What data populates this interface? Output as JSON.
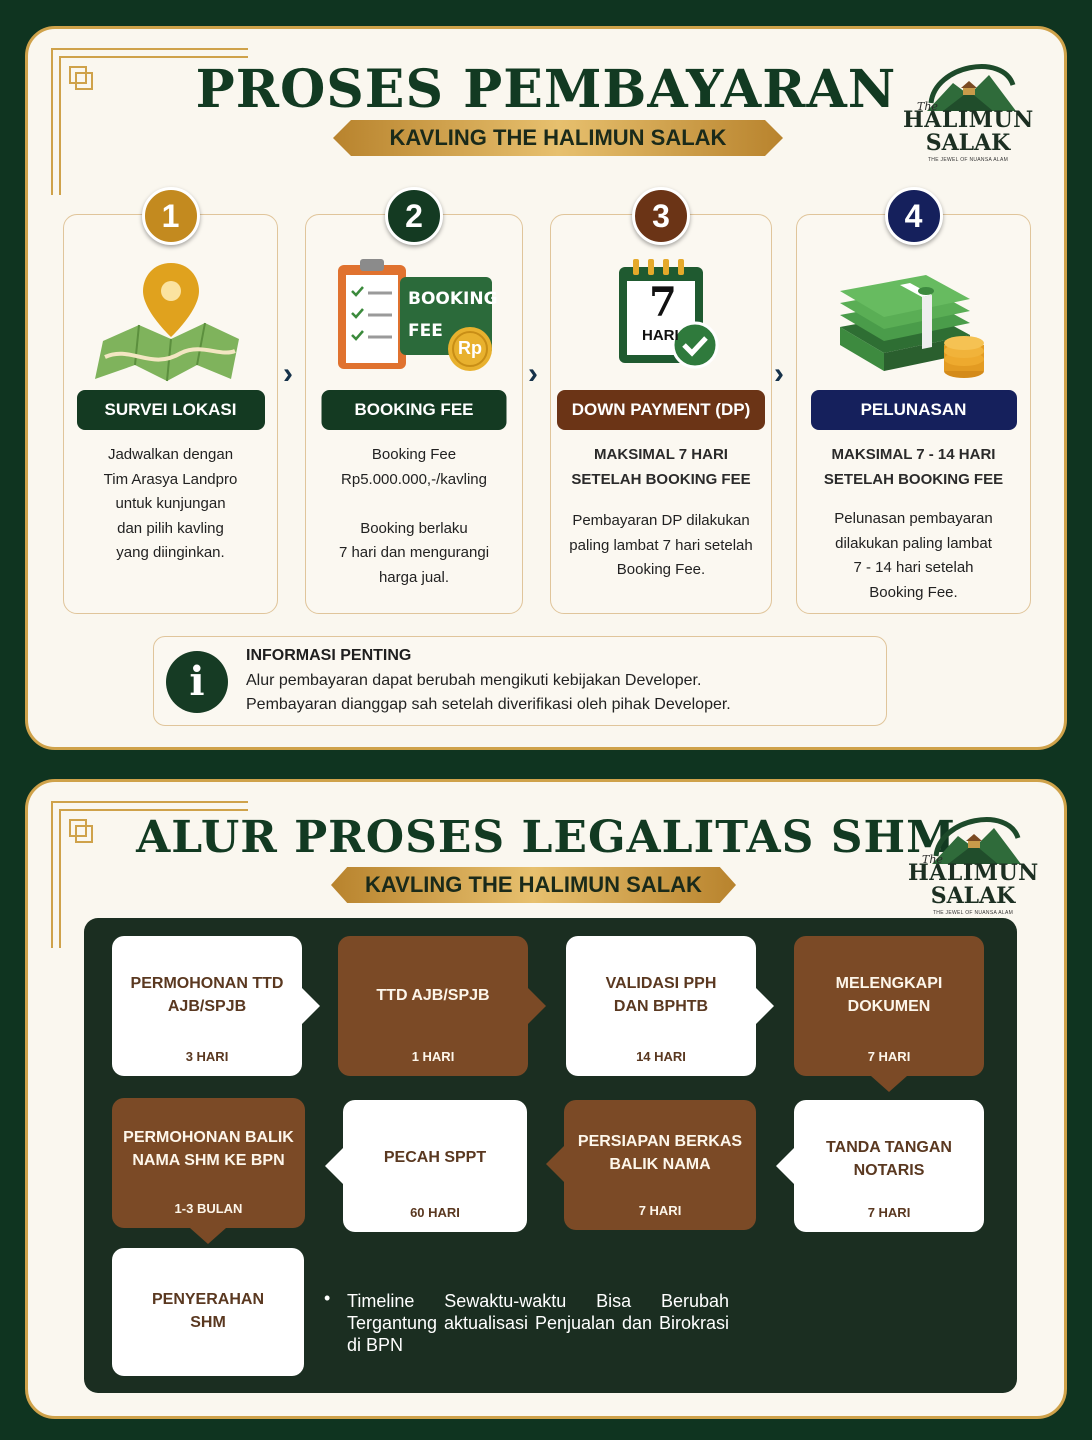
{
  "payment": {
    "title": "PROSES PEMBAYARAN",
    "subtitle": "KAVLING THE HALIMUN SALAK",
    "steps": [
      {
        "number": "1",
        "label": "SURVEI LOKASI",
        "head1": "",
        "head2": "",
        "text": "Jadwalkan dengan\nTim Arasya Landpro\nuntuk kunjungan\ndan pilih kavling\nyang diinginkan.",
        "color": "#c38a1f",
        "label_color": "#143a22"
      },
      {
        "number": "2",
        "label": "BOOKING FEE",
        "head1": "",
        "head2": "",
        "text": "Booking Fee\nRp5.000.000,-/kavling\n\nBooking berlaku\n7 hari dan mengurangi\nharga jual.",
        "color": "#143a22",
        "label_color": "#143a22"
      },
      {
        "number": "3",
        "label": "DOWN PAYMENT (DP)",
        "head1": "MAKSIMAL 7 HARI",
        "head2": "SETELAH BOOKING FEE",
        "text": "Pembayaran DP dilakukan\npaling lambat 7 hari setelah\nBooking Fee.",
        "color": "#6b3416",
        "label_color": "#6b3416"
      },
      {
        "number": "4",
        "label": "PELUNASAN",
        "head1": "MAKSIMAL 7 - 14 HARI",
        "head2": "SETELAH BOOKING FEE",
        "text": "Pelunasan pembayaran\ndilakukan paling lambat\n7 - 14 hari setelah\nBooking Fee.",
        "color": "#15205c",
        "label_color": "#15205c"
      }
    ],
    "icons": {
      "booking_line1": "BOOKING",
      "booking_line2": "FEE",
      "booking_rp": "Rp",
      "calendar_number": "7",
      "calendar_word": "HARI"
    },
    "info": {
      "title": "INFORMASI PENTING",
      "icon": "i",
      "line1": "Alur pembayaran dapat berubah mengikuti kebijakan Developer.",
      "line2": "Pembayaran dianggap sah setelah diverifikasi oleh pihak Developer."
    }
  },
  "legal": {
    "title": "ALUR PROSES LEGALITAS SHM",
    "subtitle": "KAVLING THE HALIMUN SALAK",
    "steps": [
      {
        "title": "PERMOHONAN TTD\nAJB/SPJB",
        "duration": "3 HARI"
      },
      {
        "title": "TTD AJB/SPJB",
        "duration": "1 HARI"
      },
      {
        "title": "VALIDASI PPH\nDAN BPHTB",
        "duration": "14 HARI"
      },
      {
        "title": "MELENGKAPI\nDOKUMEN",
        "duration": "7 HARI"
      },
      {
        "title": "TANDA TANGAN\nNOTARIS",
        "duration": "7 HARI"
      },
      {
        "title": "PERSIAPAN BERKAS\nBALIK NAMA",
        "duration": "7 HARI"
      },
      {
        "title": "PECAH SPPT",
        "duration": "60 HARI"
      },
      {
        "title": "PERMOHONAN BALIK\nNAMA SHM KE BPN",
        "duration": "1-3 BULAN"
      },
      {
        "title": "PENYERAHAN\nSHM",
        "duration": ""
      }
    ],
    "note": "Timeline Sewaktu-waktu Bisa Berubah Tergantung aktualisasi Penjualan dan Birokrasi di BPN"
  },
  "logo": {
    "the": "The",
    "name1": "HALIMUN",
    "name2": "SALAK",
    "tagline": "THE JEWEL OF NUANSA ALAM"
  },
  "colors": {
    "dark_green": "#0f3420",
    "gold": "#cfa24a",
    "brown_card": "#7b4a26",
    "cream": "#faf7ef"
  }
}
